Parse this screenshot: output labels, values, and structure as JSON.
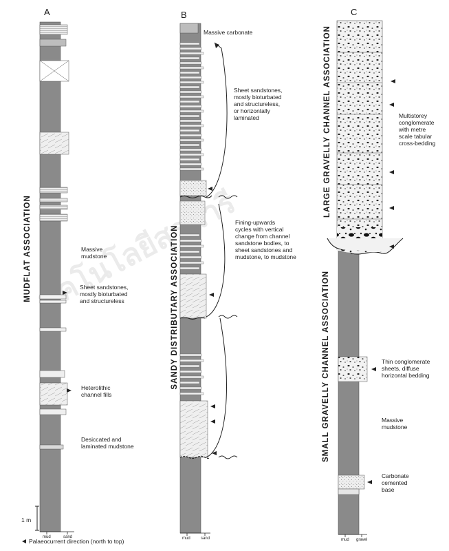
{
  "watermark": {
    "text": "ทคโนโลยีสุรนารี",
    "color": "#d8d8d8"
  },
  "colors": {
    "mud": "#8a8a8a",
    "sand": "#e9e9e9",
    "ink": "#222222"
  },
  "columns": {
    "a": {
      "heading": "A",
      "association": "MUDFLAT ASSOCIATION",
      "labels": {
        "massive_mudstone": "Massive\nmudstone",
        "sheet_sandstones": "Sheet sandstones,\nmostly bioturbated\nand structureless",
        "heterolithic": "Heterolithic\nchannel fills",
        "desiccated": "Desiccated and\nlaminated mudstone"
      },
      "scale": "1 m",
      "axis": {
        "mud": "mud",
        "sand": "sand"
      }
    },
    "b": {
      "heading": "B",
      "association": "SANDY DISTRIBUTARY ASSOCIATION",
      "labels": {
        "massive_carbonate": "Massive carbonate",
        "sheet_sandstones": "Sheet sandstones,\nmostly bioturbated\nand structureless,\nor horizontally\nlaminated",
        "fining_upwards": "Fining-upwards\ncycles with vertical\nchange from channel\nsandstone bodies, to\nsheet sandstones and\nmudstone, to mudstone"
      },
      "axis": {
        "mud": "mud",
        "sand": "sand"
      }
    },
    "c": {
      "heading": "C",
      "association_upper": "LARGE GRAVELLY CHANNEL ASSOCIATION",
      "association_lower": "SMALL GRAVELLY CHANNEL ASSOCIATION",
      "labels": {
        "multistorey": "Multistorey\nconglomerate\nwith metre\nscale tabular\ncross-bedding",
        "thin_conglomerate": "Thin conglomerate\nsheets, diffuse\nhorizontal bedding",
        "massive_mudstone": "Massive\nmudstone",
        "carbonate_base": "Carbonate\ncemented\nbase"
      },
      "axis": {
        "mud": "mud",
        "gravel": "gravel"
      }
    }
  },
  "legend": {
    "text": "Palaeocurrent direction (north to top)"
  }
}
